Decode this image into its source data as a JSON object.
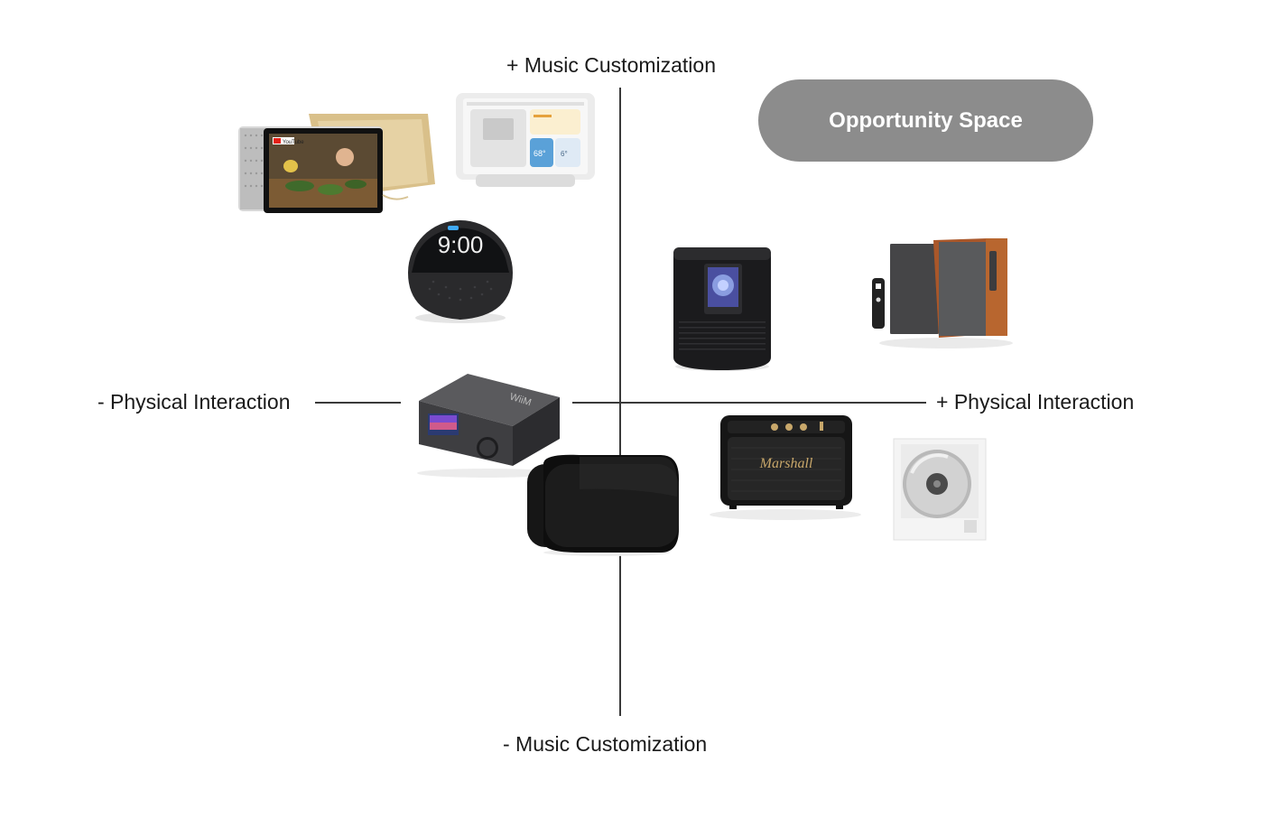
{
  "axes": {
    "top": "+ Music Customization",
    "bottom": "- Music Customization",
    "left": "- Physical Interaction",
    "right": "+ Physical Interaction"
  },
  "highlight": {
    "label": "Opportunity Space"
  },
  "products": {
    "smart_display": {
      "icon": "smart-display-tablet-icon",
      "badge": "YouTube"
    },
    "nest_hub": {
      "icon": "nest-hub-display-icon",
      "temp_primary": "68°",
      "temp_secondary": "6°"
    },
    "echo_spot": {
      "icon": "alarm-clock-speaker-icon",
      "time": "9:00"
    },
    "home_speaker": {
      "icon": "cylinder-smart-speaker-icon"
    },
    "bookshelf_speakers": {
      "icon": "bookshelf-speakers-with-remote-icon"
    },
    "streamer": {
      "icon": "network-streamer-icon",
      "brand": "WiiM"
    },
    "capsule_speaker": {
      "icon": "capsule-speaker-icon"
    },
    "marshall": {
      "icon": "marshall-speaker-icon",
      "brand": "Marshall"
    },
    "cd_player": {
      "icon": "wall-cd-player-icon"
    }
  }
}
